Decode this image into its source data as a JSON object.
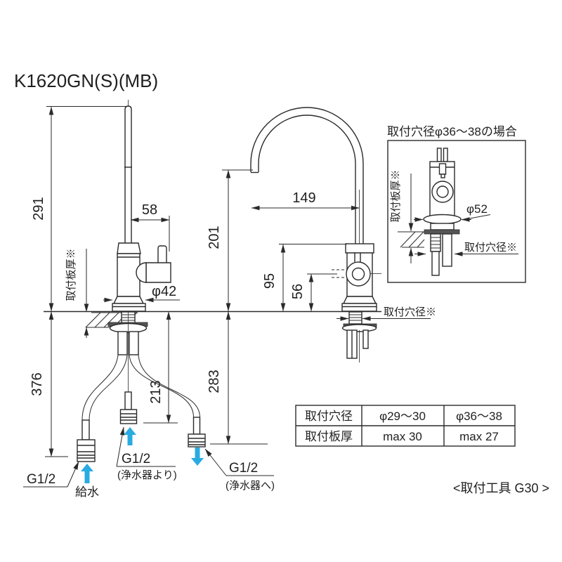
{
  "title": "K1620GN(S)(MB)",
  "colors": {
    "blue_arrow": "#29ABE2",
    "line": "#2a2a2a",
    "plate": "#555555"
  },
  "side_view": {
    "height_above_counter": "291",
    "handle_reach": "58",
    "plate_thickness_label": "取付板厚※",
    "base_diameter": "φ42",
    "height_below_counter": "376",
    "mid_connector_drop": "213"
  },
  "front_view": {
    "spout_reach": "149",
    "spout_height": "201",
    "body_height": "95",
    "handle_center_height": "56",
    "drop_below_counter": "283",
    "hole_diameter_label": "取付穴径※"
  },
  "detail_box": {
    "title": "取付穴径φ36〜38の場合",
    "flange_diameter": "φ52",
    "plate_thickness_label": "取付板厚※",
    "hole_diameter_label": "取付穴径※"
  },
  "connections": {
    "supply": {
      "thread": "G1/2",
      "name": "給水"
    },
    "from_purifier": {
      "thread": "G1/2",
      "name": "(浄水器より)"
    },
    "to_purifier": {
      "thread": "G1/2",
      "name": "(浄水器へ)"
    }
  },
  "spec_table": {
    "rows": [
      [
        "取付穴径",
        "φ29〜30",
        "φ36〜38"
      ],
      [
        "取付板厚",
        "max 30",
        "max 27"
      ]
    ]
  },
  "tool_note": "<取付工具 G30 >"
}
